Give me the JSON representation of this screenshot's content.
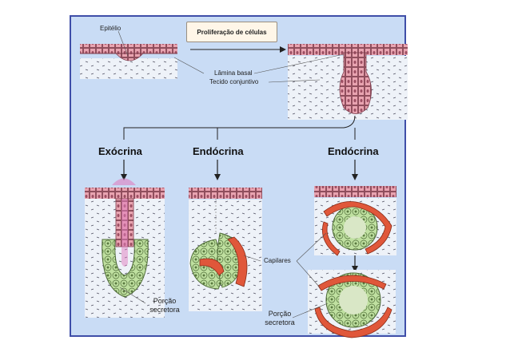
{
  "labels": {
    "epitelio": "Epitélio",
    "proliferacao": "Proliferação de células",
    "lamina_basal": "Lâmina basal",
    "tecido_conjuntivo": "Tecido conjuntivo",
    "exocrina": "Exócrina",
    "endocrina_1": "Endócrina",
    "endocrina_2": "Endócrina",
    "capilares": "Capilares",
    "porcao_1_line1": "Porção",
    "porcao_1_line2": "secretora",
    "porcao_2_line1": "Porção",
    "porcao_2_line2": "secretora"
  },
  "colors": {
    "frame_bg": "#c9dcf5",
    "frame_border": "#3f4ea8",
    "epithelium": "#e8a3b0",
    "connective": "#eef2f8",
    "secretory": "#bfe0a0",
    "capillary": "#e0573a",
    "secretion": "#e07ec0"
  }
}
